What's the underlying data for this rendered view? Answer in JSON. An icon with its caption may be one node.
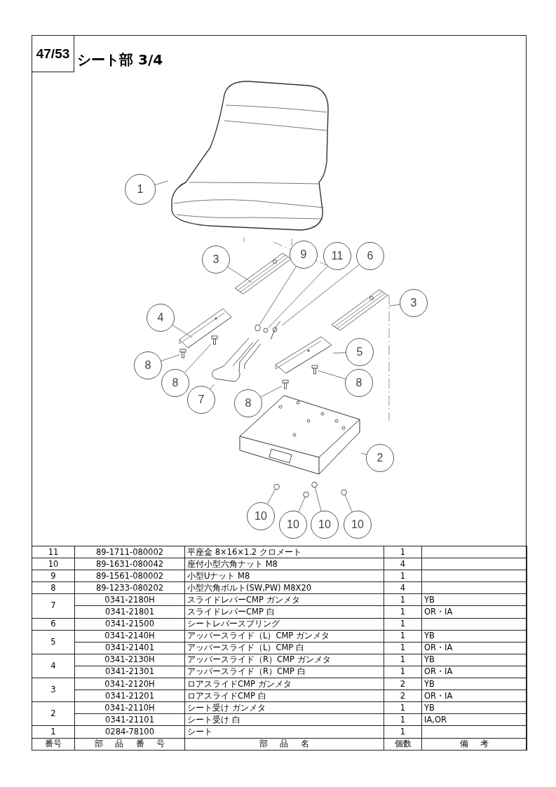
{
  "diagram": {
    "title": "シート部 3/4",
    "nodes": [
      {
        "text": [
          "1"
        ]
      },
      {
        "text": [],
        "shape": "picture"
      },
      {
        "text": [
          "3"
        ]
      },
      {
        "text": [],
        "shape": "picture"
      },
      {
        "text": [
          "9"
        ]
      },
      {
        "text": [
          "11"
        ]
      },
      {
        "text": [
          "6"
        ]
      },
      {
        "text": [
          "4"
        ]
      },
      {
        "text": [],
        "shape": "picture"
      },
      {
        "text": [
          "3"
        ]
      },
      {
        "text": [],
        "shape": "picture"
      },
      {
        "text": [],
        "shape": "hexagon"
      },
      {
        "text": [],
        "shape": "circle"
      },
      {
        "text": [],
        "shape": "picture"
      },
      {
        "text": [],
        "shape": "picture"
      },
      {
        "text": [],
        "shape": "picture"
      },
      {
        "text": [],
        "shape": "picture"
      },
      {
        "text": [],
        "shape": "picture"
      },
      {
        "text": [
          "8"
        ]
      },
      {
        "text": [
          "5"
        ]
      },
      {
        "text": [
          "8"
        ]
      },
      {
        "text": [],
        "shape": "picture"
      },
      {
        "text": [
          "8"
        ]
      },
      {
        "text": [
          "7"
        ]
      },
      {
        "text": [],
        "shape": "picture"
      },
      {
        "text": [
          "8"
        ]
      },
      {
        "text": [],
        "shape": "picture"
      },
      {
        "text": [
          "2"
        ]
      },
      {
        "text": [],
        "shape": "hexagon"
      },
      {
        "text": [],
        "shape": "hexagon"
      },
      {
        "text": [],
        "shape": "hexagon"
      },
      {
        "text": [],
        "shape": "hexagon"
      },
      {
        "text": [
          "10"
        ]
      },
      {
        "text": [
          "10"
        ]
      },
      {
        "text": [
          "10"
        ]
      },
      {
        "text": [
          "10"
        ]
      }
    ],
    "edges": [
      {
        "from": 0,
        "to": 1,
        "arrow": "none"
      },
      {
        "from": 2,
        "to": 3,
        "arrow": "none"
      },
      {
        "from": 4,
        "to": 11,
        "arrow": "none"
      },
      {
        "from": 5,
        "to": 12,
        "arrow": "none"
      },
      {
        "from": 6,
        "to": 13,
        "arrow": "none"
      },
      {
        "from": 7,
        "to": 10,
        "arrow": "none"
      },
      {
        "from": 9,
        "to": 8,
        "arrow": "none"
      },
      {
        "from": 18,
        "to": 14,
        "arrow": "none"
      },
      {
        "from": 20,
        "to": 15,
        "arrow": "none"
      },
      {
        "from": 19,
        "to": 17,
        "arrow": "none"
      },
      {
        "from": 22,
        "to": 21,
        "arrow": "none"
      },
      {
        "from": 23,
        "to": 16,
        "arrow": "none"
      },
      {
        "from": 25,
        "to": 24,
        "arrow": "none"
      },
      {
        "from": 27,
        "to": 26,
        "arrow": "none"
      },
      {
        "from": 32,
        "to": 28,
        "arrow": "none"
      },
      {
        "from": 33,
        "to": 29,
        "arrow": "none"
      },
      {
        "from": 34,
        "to": 30,
        "arrow": "none"
      },
      {
        "from": 35,
        "to": 31,
        "arrow": "none"
      }
    ],
    "labels": [
      "47/53",
      "11",
      "89-1711-080002",
      "平座金 8×16×1.2 クロメート",
      "1",
      "10",
      "89-1631-080042",
      "座付小型六角ナット M8",
      "4",
      "9",
      "89-1561-080002",
      "小型Uナット M8",
      "1",
      "8",
      "89-1233-080202",
      "小型六角ボルト(SW,PW) M8X20",
      "4",
      "7",
      "0341-2180H",
      "スライドレバーCMP ガンメタ",
      "1",
      "YB",
      "0341-21801",
      "スライドレバーCMP 白",
      "1",
      "OR・IA",
      "6",
      "0341-21500",
      "シートレバースプリング",
      "1",
      "5",
      "0341-2140H",
      "アッパースライド（L）CMP ガンメタ",
      "1",
      "YB",
      "0341-21401",
      "アッパースライド（L）CMP 白",
      "1",
      "OR・IA",
      "4",
      "0341-2130H",
      "アッパースライド（R）CMP ガンメタ",
      "1",
      "YB",
      "0341-21301",
      "アッパースライド（R）CMP 白",
      "1",
      "OR・IA",
      "3",
      "0341-2120H",
      "ロアスライドCMP ガンメタ",
      "2",
      "YB",
      "0341-21201",
      "ロアスライドCMP 白",
      "2",
      "OR・IA",
      "2",
      "0341-2110H",
      "シート受け ガンメタ",
      "1",
      "YB",
      "0341-21101",
      "シート受け 白",
      "1",
      "IA,OR",
      "1",
      "0284-78100",
      "シート",
      "1",
      "番号",
      "部 品 番 号",
      "部 品 名",
      "個数",
      "備 考"
    ]
  }
}
